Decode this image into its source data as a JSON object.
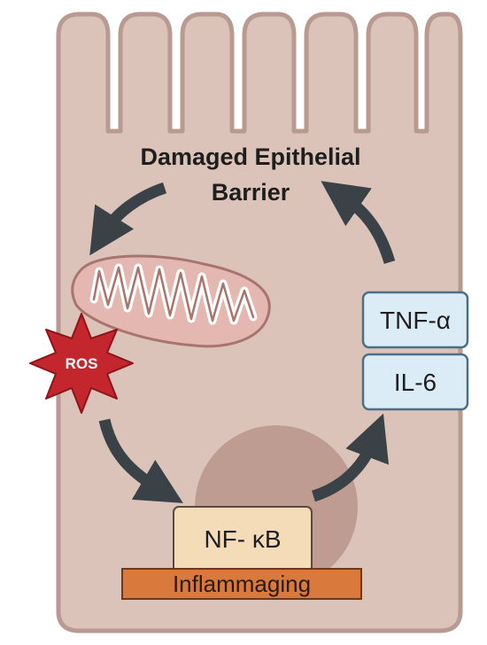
{
  "title": {
    "line1": "Damaged Epithelial",
    "line2": "Barrier"
  },
  "labels": {
    "ros": "ROS",
    "tnf": "TNF-α",
    "il6": "IL-6",
    "nfkb": "NF- κB",
    "inflammaging": "Inflammaging"
  },
  "colors": {
    "cell_fill": "#dbc3b9",
    "cell_stroke": "#b89a91",
    "mito_fill": "#e4b8b1",
    "mito_stroke": "#a8746d",
    "nucleus_fill": "#bf9c92",
    "ros_fill": "#c4262e",
    "cytokine_box_fill": "#dcecf7",
    "cytokine_box_stroke": "#4a6f86",
    "nfkb_box_fill": "#f4dcb8",
    "inflammaging_bar_fill": "#d9793b",
    "arrow_color": "#3a4248"
  },
  "icons": {
    "arrows": "curved-arrow-icon",
    "ros": "starburst-icon",
    "mitochondrion": "mitochondrion-icon"
  }
}
